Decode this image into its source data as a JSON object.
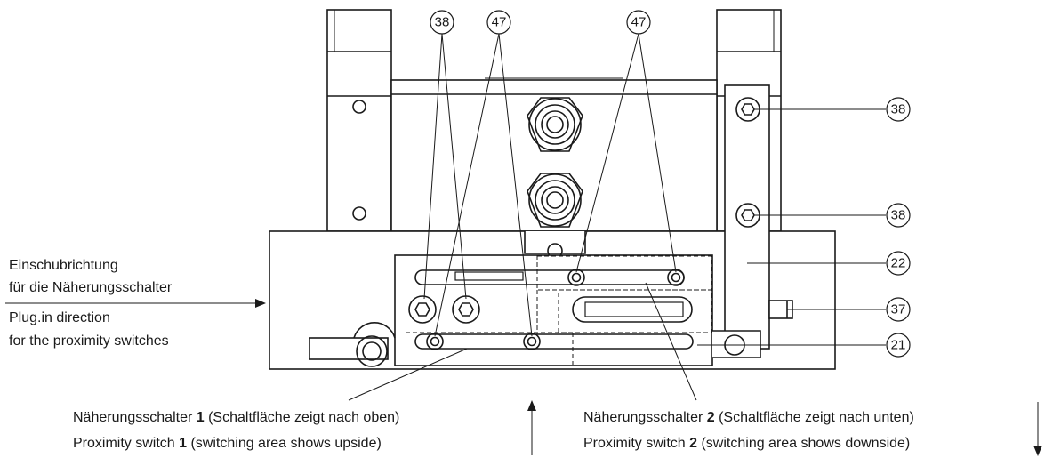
{
  "insertion_direction": {
    "de_line1": "Einschubrichtung",
    "de_line2": "für die Näherungsschalter",
    "en_line1": "Plug.in direction",
    "en_line2": "for the proximity switches"
  },
  "switch1": {
    "de_prefix": "Näherungsschalter ",
    "number": "1",
    "de_suffix": " (Schaltfläche zeigt nach oben)",
    "en_prefix": "Proximity switch ",
    "en_suffix": " (switching area shows upside)"
  },
  "switch2": {
    "de_prefix": "Näherungsschalter ",
    "number": "2",
    "de_suffix": " (Schaltfläche zeigt nach unten)",
    "en_prefix": "Proximity switch ",
    "en_suffix": " (switching area shows downside)"
  },
  "callouts": {
    "c38_top_left": "38",
    "c47_top_left": "47",
    "c47_top_right": "47",
    "c38_right_upper": "38",
    "c38_right_lower": "38",
    "c22": "22",
    "c37": "37",
    "c21": "21"
  }
}
